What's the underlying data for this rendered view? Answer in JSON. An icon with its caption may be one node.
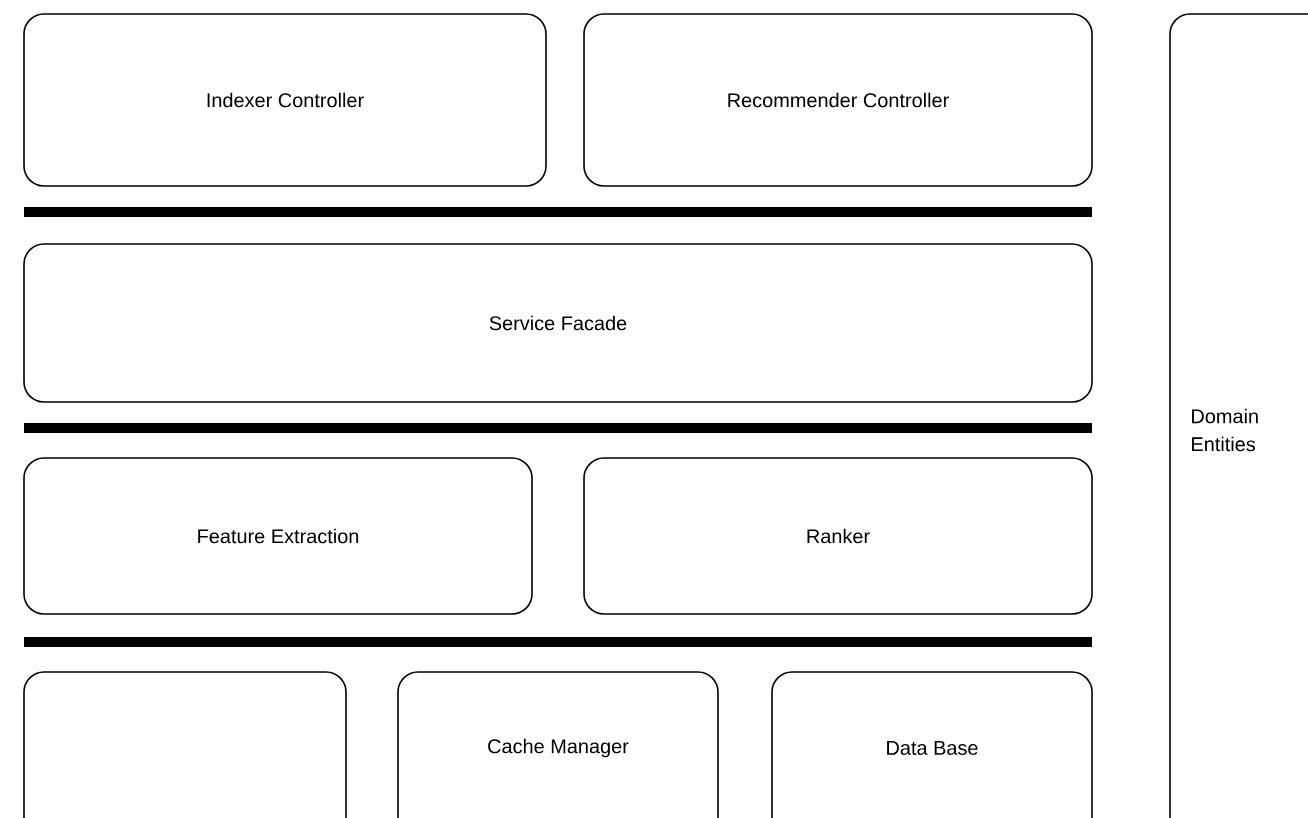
{
  "diagram": {
    "nodes": [
      {
        "text": [
          "Indexer Controller"
        ]
      },
      {
        "text": [
          "Recommender Controller"
        ]
      },
      {
        "text": [
          "Service Facade"
        ]
      },
      {
        "text": [
          "Feature Extraction"
        ]
      },
      {
        "text": [
          "Ranker"
        ]
      },
      {
        "text": [],
        "shape": "box"
      },
      {
        "text": [
          "Cache Manager"
        ]
      },
      {
        "text": [
          "Data Base"
        ]
      },
      {
        "text": [
          "Domain Entities"
        ]
      }
    ]
  }
}
